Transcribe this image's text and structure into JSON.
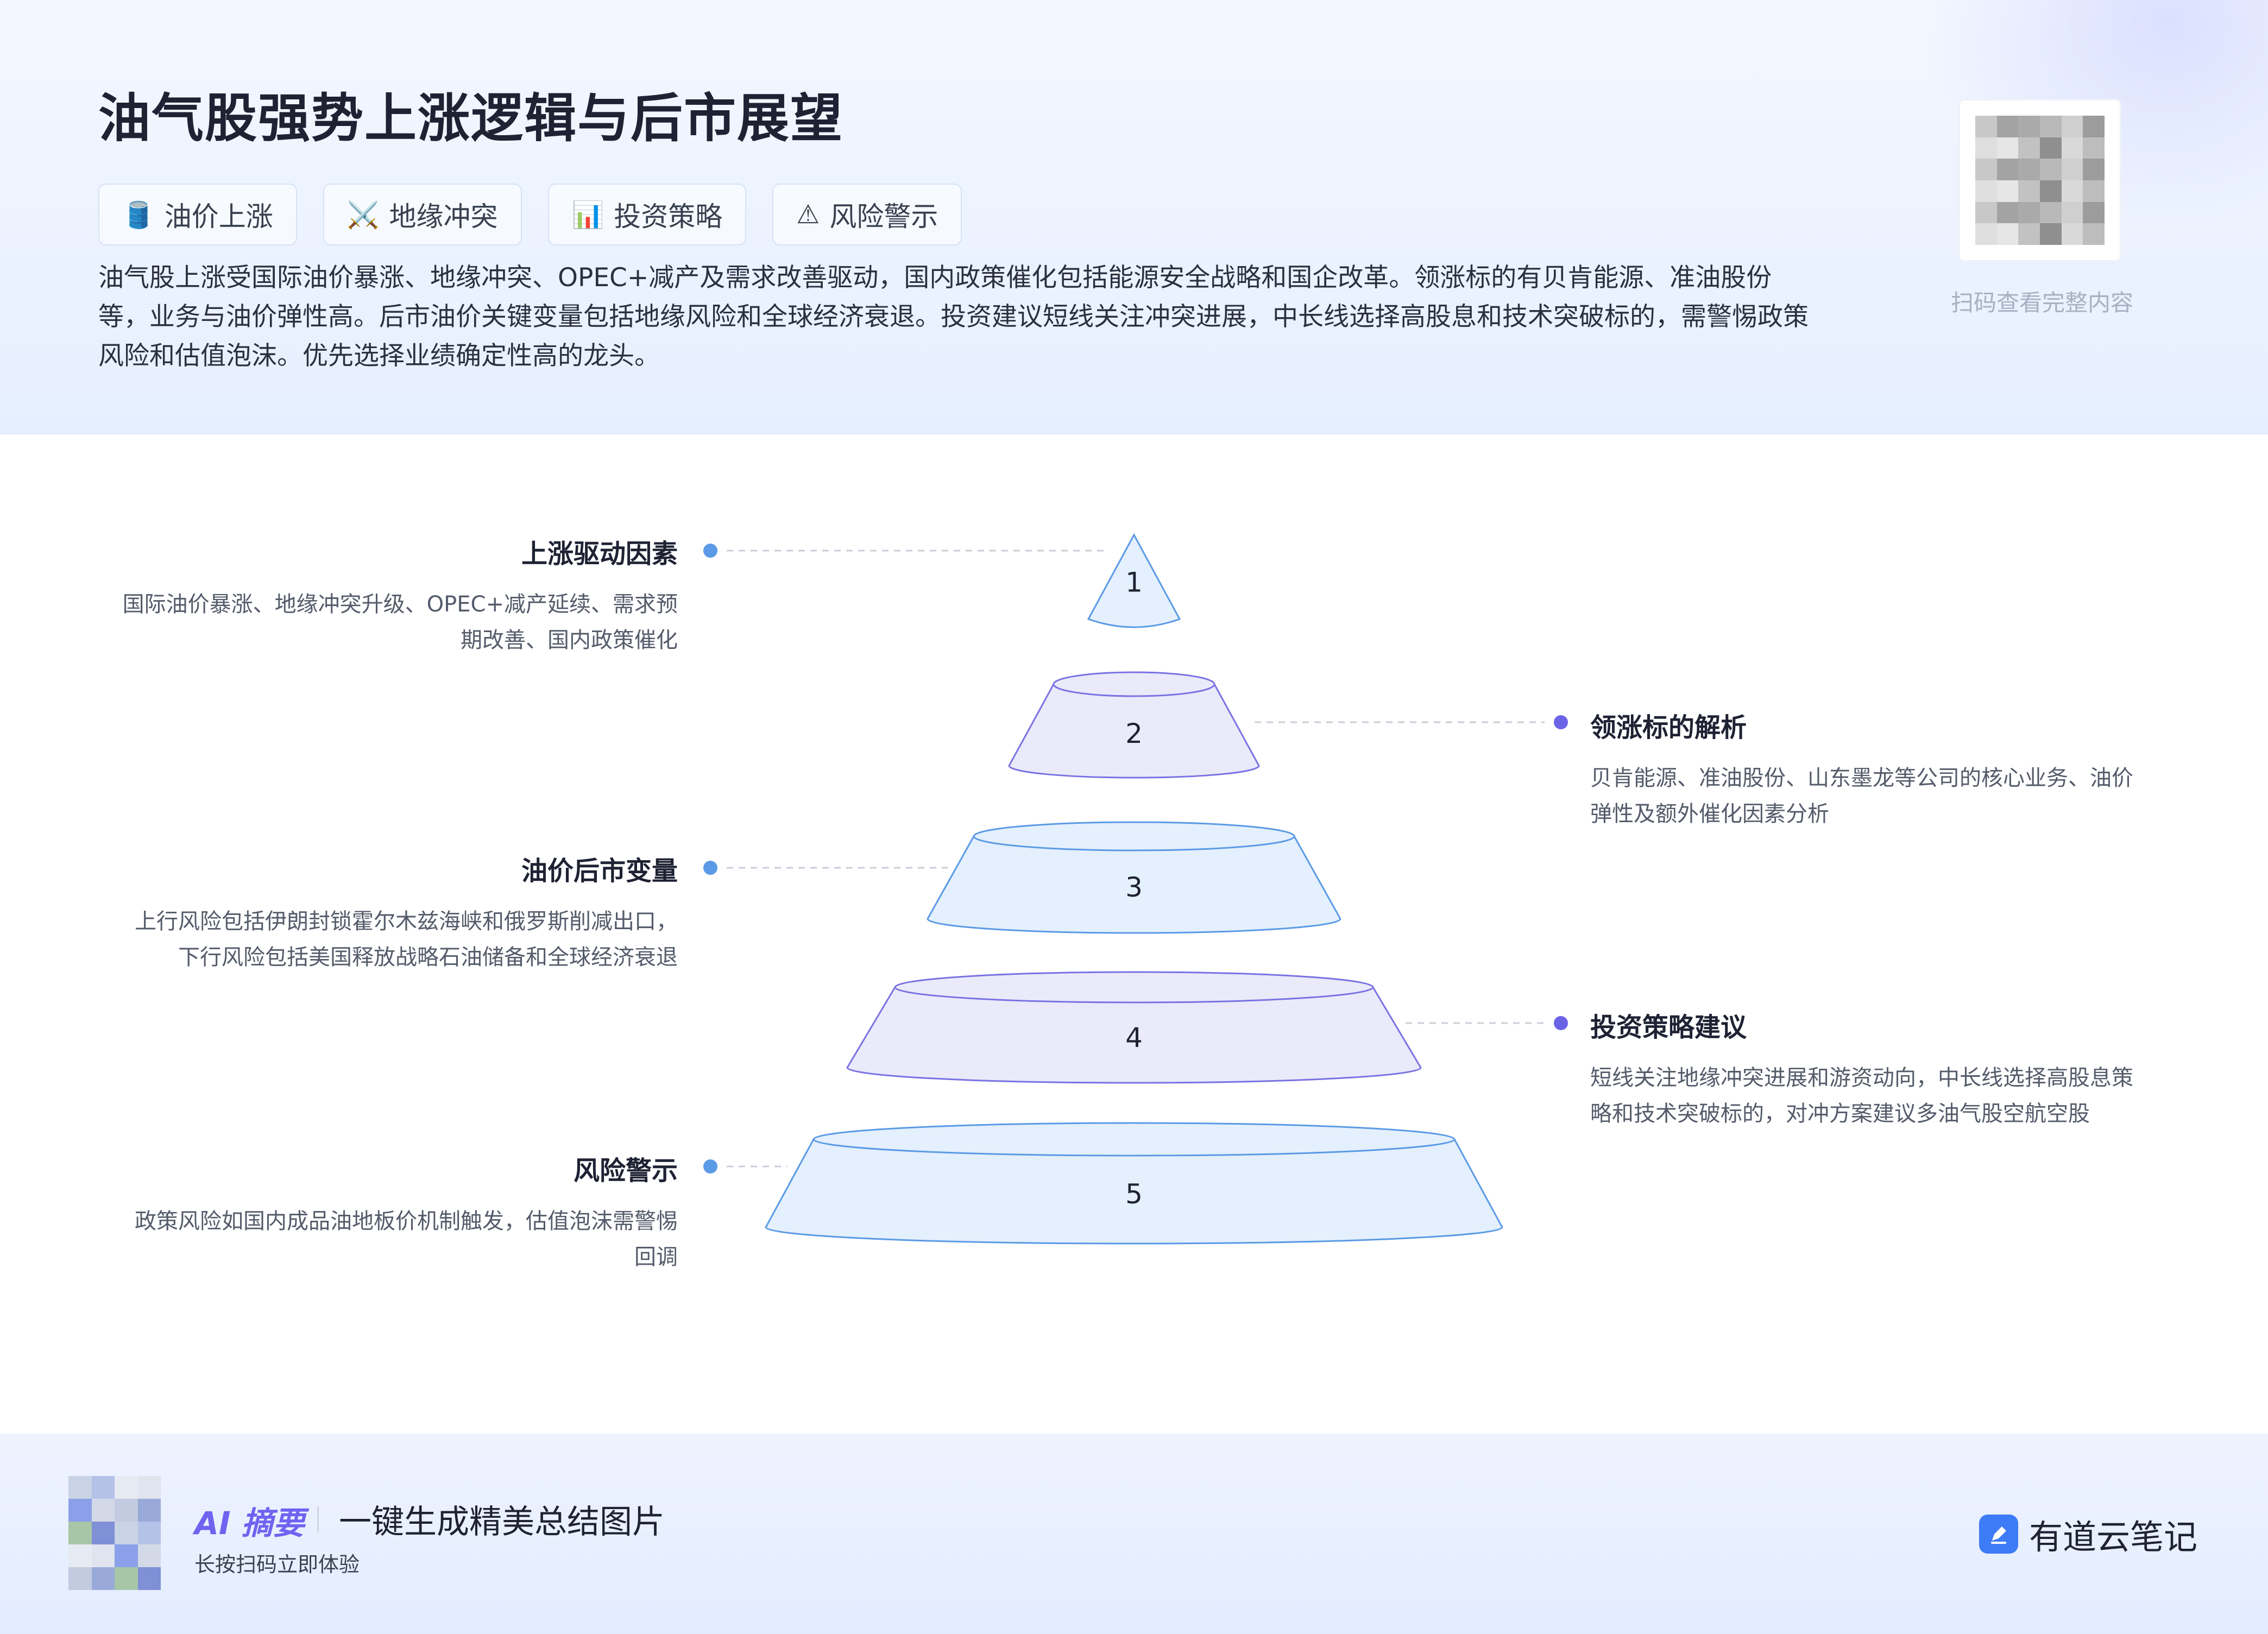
{
  "header": {
    "title": "油气股强势上涨逻辑与后市展望",
    "tags": [
      {
        "icon": "oil-barrel-icon",
        "glyph": "🛢️",
        "label": "油价上涨"
      },
      {
        "icon": "crossed-swords-icon",
        "glyph": "⚔️",
        "label": "地缘冲突"
      },
      {
        "icon": "bar-chart-icon",
        "glyph": "📊",
        "label": "投资策略"
      },
      {
        "icon": "warning-icon",
        "glyph": "⚠",
        "label": "风险警示"
      }
    ],
    "summary": "油气股上涨受国际油价暴涨、地缘冲突、OPEC+减产及需求改善驱动，国内政策催化包括能源安全战略和国企改革。领涨标的有贝肯能源、准油股份等，业务与油价弹性高。后市油价关键变量包括地缘风险和全球经济衰退。投资建议短线关注冲突进展，中长线选择高股息和技术突破标的，需警惕政策风险和估值泡沫。优先选择业绩确定性高的龙头。",
    "qr_caption": "扫码查看完整内容"
  },
  "pyramid": {
    "levels": [
      {
        "number": "1",
        "side": "left",
        "title": "上涨驱动因素",
        "desc": [
          "国际油价暴涨、地缘冲突升级、OPEC+减产延续、需求预",
          "期改善、国内政策催化"
        ]
      },
      {
        "number": "2",
        "side": "right",
        "title": "领涨标的解析",
        "desc": [
          "贝肯能源、准油股份、山东墨龙等公司的核心业务、油价",
          "弹性及额外催化因素分析"
        ]
      },
      {
        "number": "3",
        "side": "left",
        "title": "油价后市变量",
        "desc": [
          "上行风险包括伊朗封锁霍尔木兹海峡和俄罗斯削减出口，",
          "下行风险包括美国释放战略石油储备和全球经济衰退"
        ]
      },
      {
        "number": "4",
        "side": "right",
        "title": "投资策略建议",
        "desc": [
          "短线关注地缘冲突进展和游资动向，中长线选择高股息策",
          "略和技术突破标的，对冲方案建议多油气股空航空股"
        ]
      },
      {
        "number": "5",
        "side": "left",
        "title": "风险警示",
        "desc": [
          "政策风险如国内成品油地板价机制触发，估值泡沫需警惕",
          "回调"
        ]
      }
    ],
    "colors": {
      "blue_fill": "#e4f0fd",
      "blue_stroke": "#5b9ae6",
      "purple_fill": "#ebeafa",
      "purple_stroke": "#7a72e3",
      "blue_dot": "#5b9ae6",
      "purple_dot": "#6b63e6"
    }
  },
  "footer": {
    "ai_badge": "AI 摘要",
    "slogan": "一键生成精美总结图片",
    "sub": "长按扫码立即体验",
    "brand": "有道云笔记"
  }
}
